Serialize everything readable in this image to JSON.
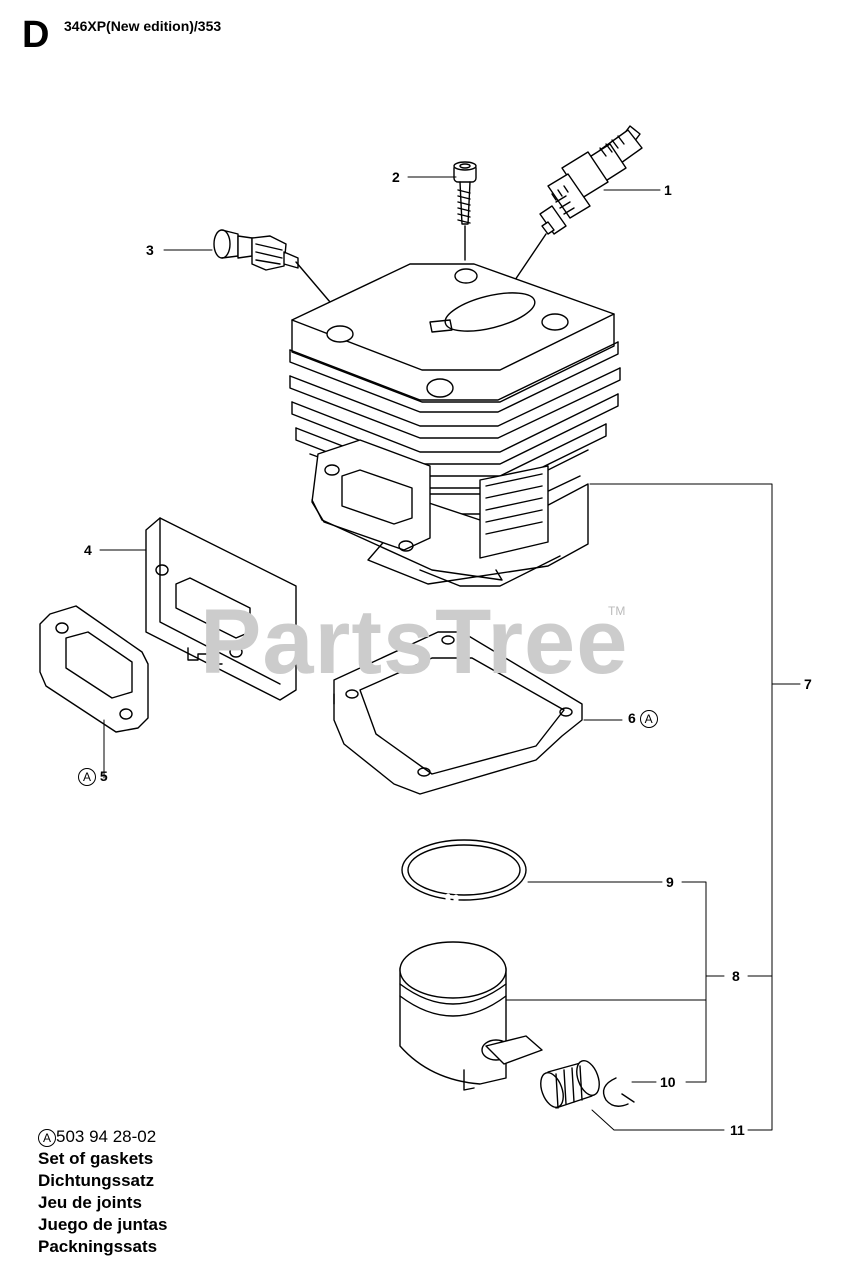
{
  "header": {
    "section": "D",
    "model": "346XP(New edition)/353"
  },
  "watermark": {
    "text": "PartsTree",
    "tm": "TM"
  },
  "callouts": [
    {
      "id": "1",
      "label": "1"
    },
    {
      "id": "2",
      "label": "2"
    },
    {
      "id": "3",
      "label": "3"
    },
    {
      "id": "4",
      "label": "4"
    },
    {
      "id": "5",
      "label": "5",
      "kit_mark": "A"
    },
    {
      "id": "6",
      "label": "6",
      "kit_mark": "A"
    },
    {
      "id": "7",
      "label": "7"
    },
    {
      "id": "8",
      "label": "8"
    },
    {
      "id": "9",
      "label": "9"
    },
    {
      "id": "10",
      "label": "10"
    },
    {
      "id": "11",
      "label": "11"
    }
  ],
  "kit": {
    "mark": "A",
    "part_number": "503 94 28-02",
    "descriptions": [
      "Set of gaskets",
      "Dichtungssatz",
      "Jeu de joints",
      "Juego de juntas",
      "Packningssats"
    ]
  }
}
